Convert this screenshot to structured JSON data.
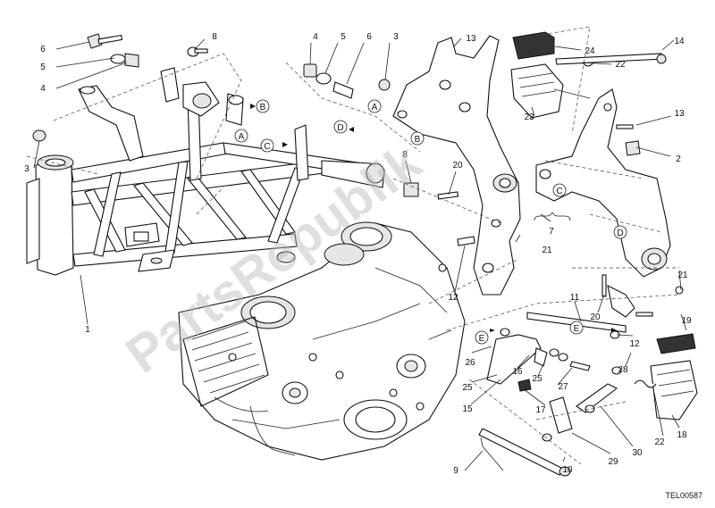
{
  "callouts": {
    "c1": "1",
    "c2": "2",
    "c3a": "3",
    "c3b": "3",
    "c4a": "4",
    "c4b": "4",
    "c5a": "5",
    "c5b": "5",
    "c6a": "6",
    "c6b": "6",
    "c7": "7",
    "c8a": "8",
    "c8b": "8",
    "c9": "9",
    "c10": "10",
    "c11": "11",
    "c12a": "12",
    "c12b": "12",
    "c13a": "13",
    "c13b": "13",
    "c14": "14",
    "c15": "15",
    "c16": "16",
    "c17": "17",
    "c18": "18",
    "c19": "19",
    "c20a": "20",
    "c20b": "20",
    "c21a": "21",
    "c21b": "21",
    "c22a": "22",
    "c22b": "22",
    "c23": "23",
    "c24": "24",
    "c25a": "25",
    "c25b": "25",
    "c26": "26",
    "c27": "27",
    "c28": "28",
    "c29": "29",
    "c30": "30"
  },
  "refs": {
    "A1": "A",
    "A2": "A",
    "B1": "B",
    "B2": "B",
    "C1": "C",
    "C2": "C",
    "D1": "D",
    "D2": "D",
    "E1": "E",
    "E2": "E"
  },
  "watermark": "PartsRepublik",
  "drawing_code": "TEL00587"
}
